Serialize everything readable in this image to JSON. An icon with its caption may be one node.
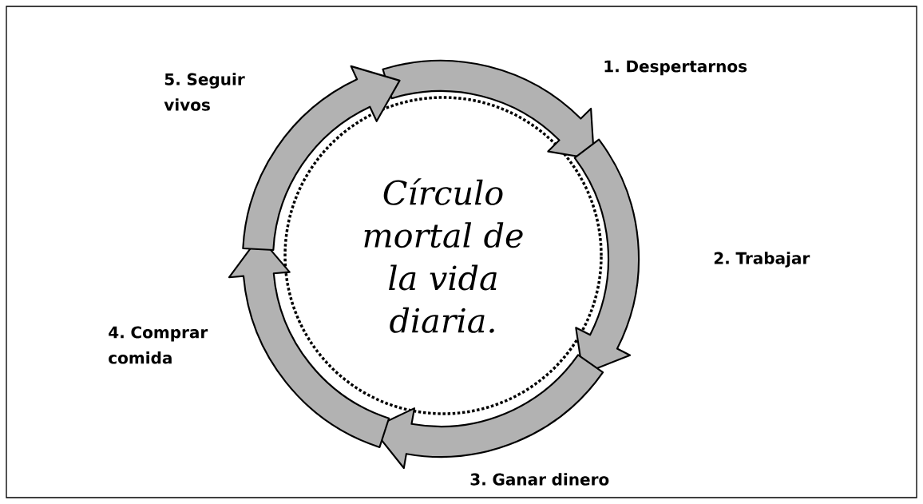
{
  "diagram": {
    "nodes": [
      {
        "text": [
          "Círculo mortal de la vida diaria."
        ]
      }
    ],
    "labels": [
      "1. Despertarnos",
      "2. Trabajar",
      "3. Ganar dinero",
      "4. Comprar comida",
      "5. Seguir vivos"
    ]
  }
}
